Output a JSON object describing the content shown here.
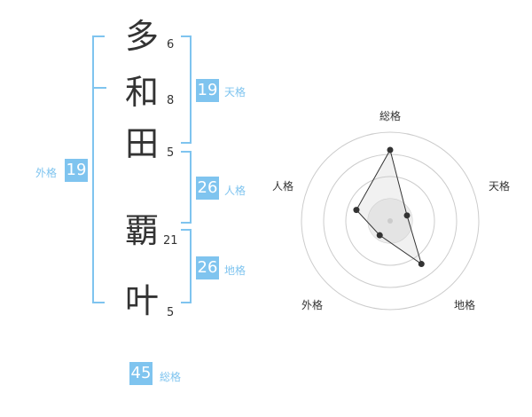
{
  "characters": [
    {
      "char": "多",
      "strokes": "6"
    },
    {
      "char": "和",
      "strokes": "8"
    },
    {
      "char": "田",
      "strokes": "5"
    },
    {
      "char": "覇",
      "strokes": "21"
    },
    {
      "char": "叶",
      "strokes": "5"
    }
  ],
  "groups": {
    "tenkaku": {
      "value": "19",
      "label": "天格"
    },
    "jinkaku": {
      "value": "26",
      "label": "人格"
    },
    "chikaku": {
      "value": "26",
      "label": "地格"
    },
    "gaikaku": {
      "value": "19",
      "label": "外格"
    },
    "soukaku": {
      "value": "45",
      "label": "総格"
    }
  },
  "chart_data": {
    "type": "radar",
    "axes": [
      "総格",
      "天格",
      "地格",
      "外格",
      "人格"
    ],
    "values": [
      4,
      1,
      3,
      1,
      2
    ],
    "max": 5,
    "rings": 4
  },
  "colors": {
    "accent": "#7fc4ef",
    "text": "#333333",
    "ring": "#cccccc",
    "fill": "#eeeeee"
  }
}
